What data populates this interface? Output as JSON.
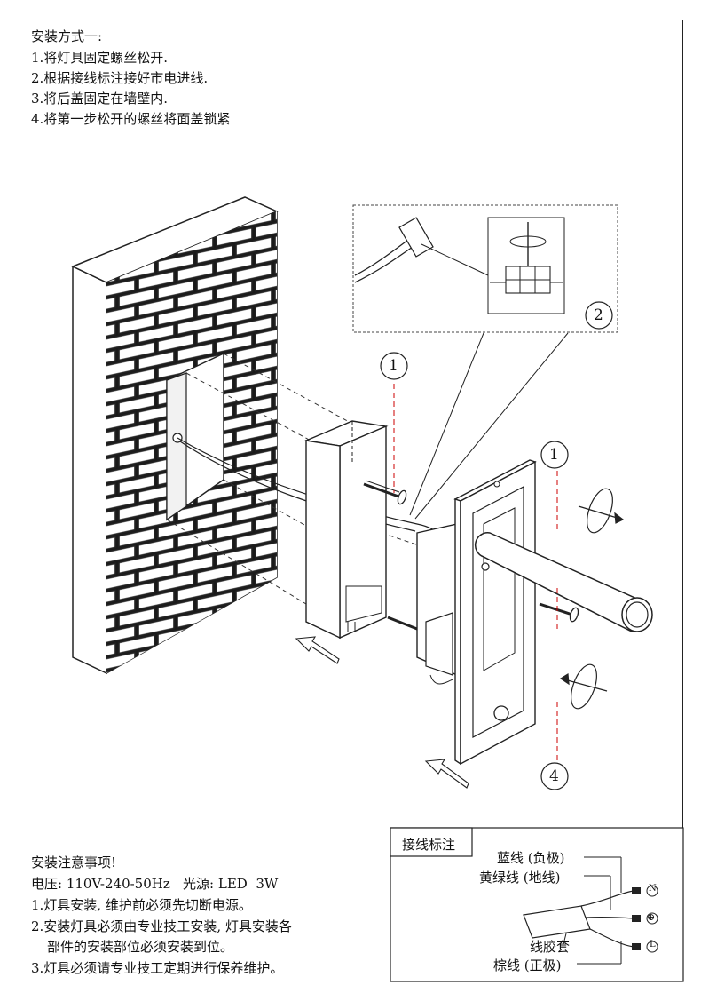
{
  "instructions": {
    "title": "安装方式一:",
    "steps": [
      "1.将灯具固定螺丝松开.",
      "2.根据接线标注接好市电进线.",
      "3.将后盖固定在墙壁内.",
      "4.将第一步松开的螺丝将面盖锁紧"
    ]
  },
  "callouts": {
    "screw_left": "1",
    "wiring_detail": "2",
    "screw_right": "1",
    "rotate": "4"
  },
  "notes": {
    "title": "安装注意事项!",
    "spec": "电压: 110V-240-50Hz   光源: LED  3W",
    "items": [
      "1.灯具安装, 维护前必须先切断电源。",
      "2.安装灯具必须由专业技工安装, 灯具安装各",
      "部件的安装部位必须安装到位。",
      "3.灯具必须请专业技工定期进行保养维护。"
    ]
  },
  "wiring": {
    "title": "接线标注",
    "blue": "蓝线 (负极)",
    "yellow_green": "黄绿线 (地线)",
    "sheath": "线胶套",
    "brown": "棕线 (正极)",
    "terminals": [
      "N",
      "⊕",
      "L"
    ]
  }
}
